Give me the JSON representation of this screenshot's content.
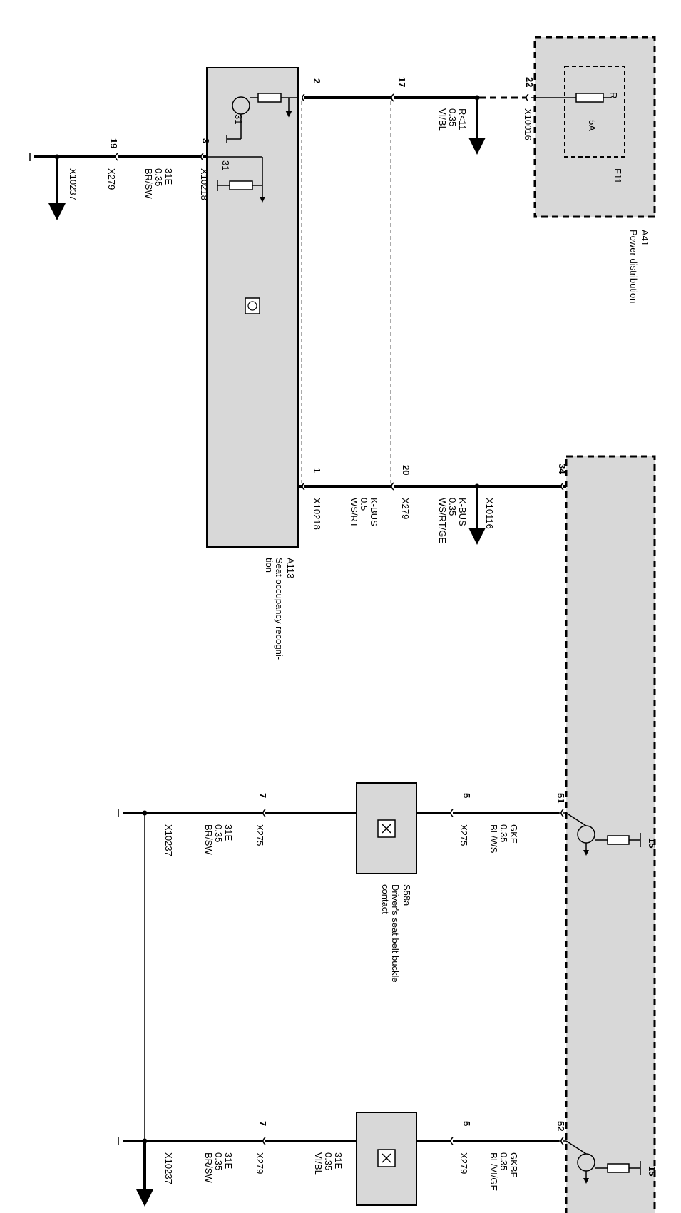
{
  "a41": {
    "id": "A41",
    "name": "Power distribution"
  },
  "f11": {
    "id": "F11",
    "rating": "5A",
    "pin_letter": "R"
  },
  "a113": {
    "id": "A113",
    "name_line1": "Seat occupancy recogni-",
    "name_line2": "tion"
  },
  "s58a": {
    "id": "S58a",
    "name_line1": "Driver's seat belt buckle",
    "name_line2": "contact"
  },
  "terminals": {
    "t31": "31",
    "t15": "15"
  },
  "pins": {
    "p22": "22",
    "p17": "17",
    "p2": "2",
    "p3": "3",
    "p19": "19",
    "p34": "34",
    "p20": "20",
    "p1": "1",
    "p51": "51",
    "p5a": "5",
    "p7a": "7",
    "p52": "52",
    "p5b": "5",
    "p7b": "7"
  },
  "connectors": {
    "x10016": "X10016",
    "x10218": "X10218",
    "x279": "X279",
    "x10237": "X10237",
    "x10116": "X10116",
    "x275": "X275"
  },
  "wires": {
    "power": {
      "signal": "R<11",
      "size": "0.35",
      "color": "VI/BL"
    },
    "gnd_a113": {
      "signal": "31E",
      "size": "0.35",
      "color": "BR/SW"
    },
    "kbus_a113": {
      "signal": "K-BUS",
      "size": "0.5",
      "color": "WS/RT"
    },
    "kbus_main": {
      "signal": "K-BUS",
      "size": "0.35",
      "color": "WS/RT/GE"
    },
    "gkf": {
      "signal": "GKF",
      "size": "0.35",
      "color": "BL/WS"
    },
    "gnd_s58a": {
      "signal": "31E",
      "size": "0.35",
      "color": "BR/SW"
    },
    "gkbf": {
      "signal": "GKBF",
      "size": "0.35",
      "color": "BL/VI/GE"
    },
    "mid_b": {
      "signal": "31E",
      "size": "0.35",
      "color": "VI/BL"
    },
    "gnd_b": {
      "signal": "31E",
      "size": "0.35",
      "color": "BR/SW"
    }
  },
  "colors": {
    "module_fill": "#d8d8d8",
    "line": "#000000"
  }
}
